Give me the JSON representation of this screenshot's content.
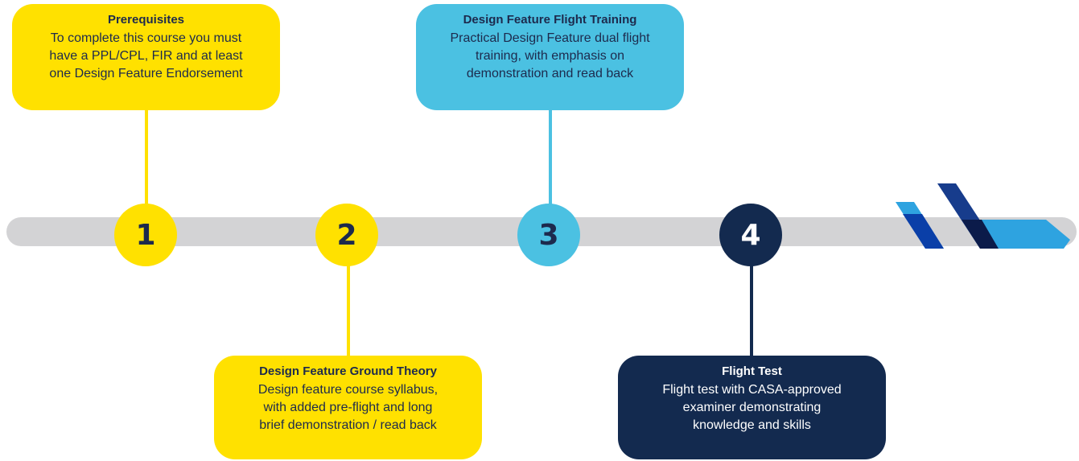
{
  "colors": {
    "track": "#d3d3d5",
    "yellow": "#ffe100",
    "light_blue": "#4bc1e2",
    "navy": "#132a4f",
    "text_dark": "#1d2a4d"
  },
  "steps": [
    {
      "number": "1",
      "title": "Prerequisites",
      "description_lines": [
        "To complete this course you must",
        "have a PPL/CPL, FIR and at least",
        "one Design Feature Endorsement"
      ],
      "color": "yellow"
    },
    {
      "number": "2",
      "title": "Design Feature Ground Theory",
      "description_lines": [
        "Design feature course syllabus,",
        "with added pre-flight and long",
        "brief demonstration / read back"
      ],
      "color": "yellow"
    },
    {
      "number": "3",
      "title": "Design Feature Flight Training",
      "description_lines": [
        "Practical Design Feature dual flight",
        "training, with emphasis on",
        "demonstration and read back"
      ],
      "color": "light_blue"
    },
    {
      "number": "4",
      "title": "Flight Test",
      "description_lines": [
        "Flight test with CASA-approved",
        "examiner demonstrating",
        "knowledge and skills"
      ],
      "color": "navy"
    }
  ],
  "logo": {
    "icon": "tail-fin-logo-icon"
  }
}
